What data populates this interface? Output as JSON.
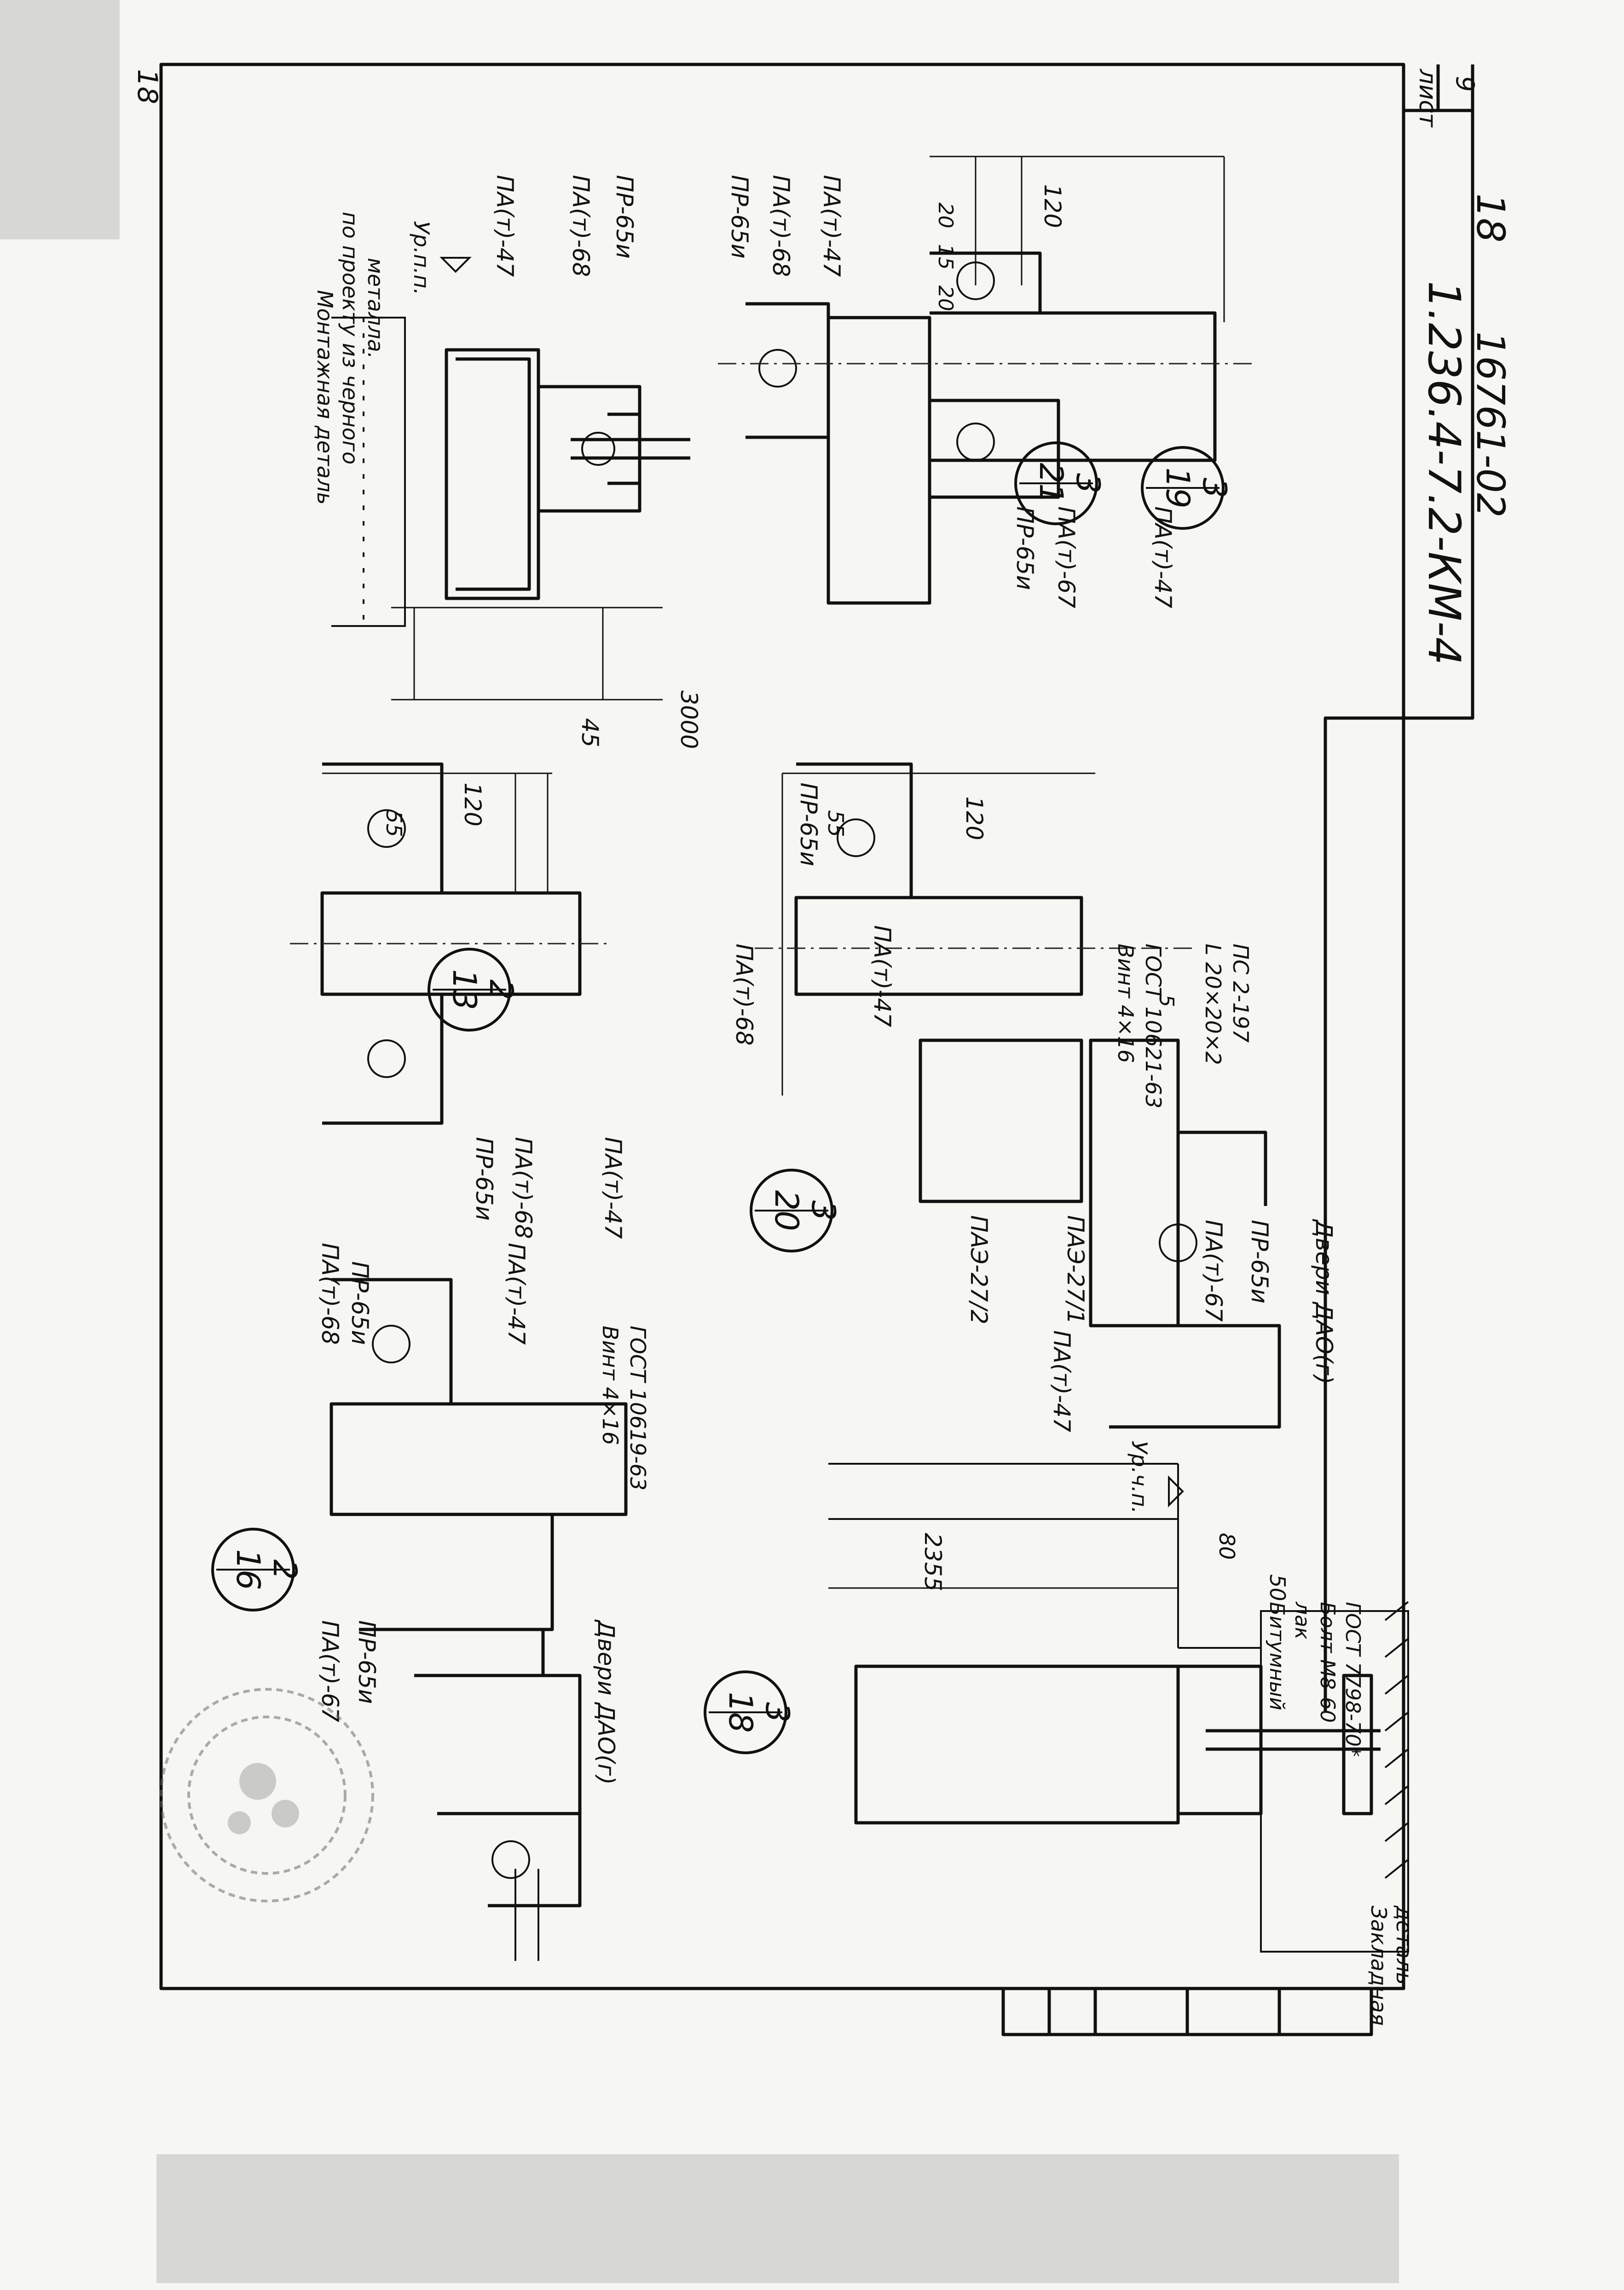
{
  "sheet": {
    "corner_number": "18",
    "designation": "1.236.4-7.2-КМ-4",
    "list_label": "лист",
    "list_number": "9",
    "inventory_number": "16761-02",
    "page_number": "18"
  },
  "nodes": {
    "n19": {
      "num": "19",
      "den": "3"
    },
    "n21": {
      "num": "21",
      "den": "3"
    },
    "n13": {
      "num": "13",
      "den": "2"
    },
    "n20": {
      "num": "20",
      "den": "3"
    },
    "n16": {
      "num": "16",
      "den": "2"
    },
    "n18": {
      "num": "18",
      "den": "3"
    }
  },
  "labels": {
    "mounting_detail_1": "Монтажная деталь",
    "mounting_detail_2": "по проекту из черного",
    "mounting_detail_3": "металла.",
    "level_upp": "Ур.п.п.",
    "level_uchp": "Ур.ч.п.",
    "pa47": "ПА(т)-47",
    "pa68": "ПА(т)-68",
    "pa67": "ПА(т)-67",
    "pr65": "ПР-65и",
    "pae272": "ПАЭ-27/2",
    "pae271": "ПАЭ-27/1",
    "door": "Двери ДАО(г)",
    "screw_1063": "Винт 4×16",
    "gost_1063": "ГОСТ 10621-63",
    "screw_1619": "Винт 4×16",
    "gost_1619": "ГОСТ 10619-63",
    "angle": "L 20×20×2",
    "ps": "ПС 2-197",
    "bitumen_1": "Битумный",
    "bitumen_2": "лак",
    "bolt": "Болт М8-60",
    "gost_bolt": "ГОСТ 7798-70*",
    "embed_1": "Закладная",
    "embed_2": "деталь"
  },
  "dims": {
    "d3000": "3000",
    "d45": "45",
    "d120": "120",
    "d55": "55",
    "d20": "20",
    "d15": "15",
    "d2355": "2355",
    "d80": "80",
    "d50": "50",
    "d5": "5"
  },
  "colors": {
    "ink": "#111111",
    "paper": "#f6f6f3",
    "scan_border": "#ebebe8"
  }
}
